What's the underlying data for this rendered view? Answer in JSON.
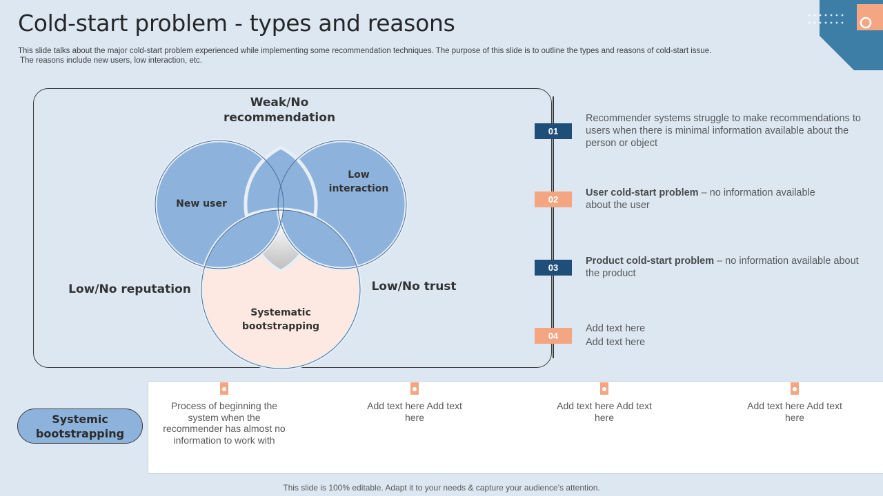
{
  "title": "Cold-start problem - types and reasons",
  "subtitle_line1": "This slide talks about the major cold-start problem experienced while implementing some recommendation techniques. The purpose of this slide is to outline the types and reasons of cold-start issue.",
  "subtitle_line2": " The reasons include new users, low interaction, etc.",
  "venn": {
    "top_label_1": "Weak/No",
    "top_label_2": "recommendation",
    "left_label": "Low/No reputation",
    "right_label": "Low/No trust",
    "circle_left": "New user",
    "circle_right_1": "Low",
    "circle_right_2": "interaction",
    "circle_bottom_1": "Systematic",
    "circle_bottom_2": "bootstrapping"
  },
  "points": [
    {
      "num": "01",
      "bold": "",
      "text": "Recommender systems struggle to make recommendations to users when there is minimal information available about the person or object"
    },
    {
      "num": "02",
      "bold": "User cold-start problem",
      "text": " – no information available about the user"
    },
    {
      "num": "03",
      "bold": "Product cold-start problem",
      "text": " – no information available about the product"
    },
    {
      "num": "04",
      "bold": "",
      "text": "Add text here"
    },
    {
      "num": "",
      "bold": "",
      "text": "Add text here"
    }
  ],
  "bottom": {
    "pill_line1": "Systemic",
    "pill_line2": "bootstrapping",
    "columns": [
      "Process of beginning the system when the recommender has almost no information to work with",
      "Add text here Add text here",
      "Add text here Add text here",
      "Add text here Add text here"
    ]
  },
  "footer": "This slide is 100% editable. Adapt it to your needs & capture your audience’s attention.",
  "colors": {
    "blue_circle": "#8db3dd",
    "peach_circle": "#fde9e1",
    "dark_badge": "#1f4e79",
    "orange_badge": "#f4a582",
    "corner": "#3d7ea6"
  }
}
